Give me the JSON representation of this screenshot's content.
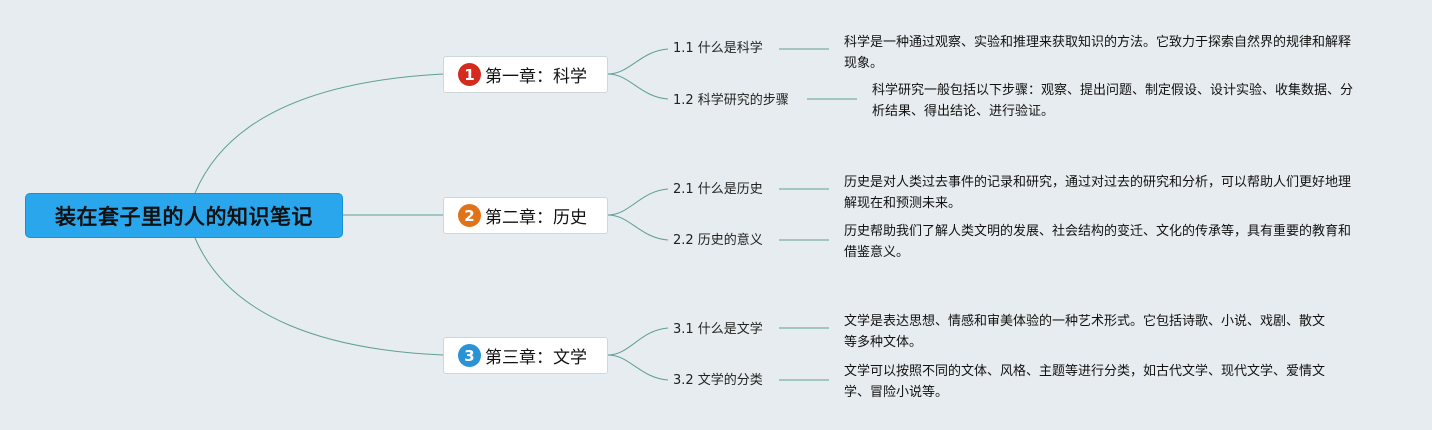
{
  "central_topic": "装在套子里的人的知识笔记",
  "colors": {
    "central_fill": "#2aa6ec",
    "connector": "#5e9f97",
    "badge_1": "#d52b1e",
    "badge_2": "#e0721a",
    "badge_3": "#2a93d5"
  },
  "chapters": [
    {
      "number": "1",
      "label": "第一章：科学",
      "subtopics": [
        {
          "title": "1.1 什么是科学",
          "description": "科学是一种通过观察、实验和推理来获取知识的方法。它致力于探索自然界的规律和解释现象。"
        },
        {
          "title": "1.2 科学研究的步骤",
          "description": "科学研究一般包括以下步骤：观察、提出问题、制定假设、设计实验、收集数据、分析结果、得出结论、进行验证。"
        }
      ]
    },
    {
      "number": "2",
      "label": "第二章：历史",
      "subtopics": [
        {
          "title": "2.1 什么是历史",
          "description": "历史是对人类过去事件的记录和研究，通过对过去的研究和分析，可以帮助人们更好地理解现在和预测未来。"
        },
        {
          "title": "2.2 历史的意义",
          "description": "历史帮助我们了解人类文明的发展、社会结构的变迁、文化的传承等，具有重要的教育和借鉴意义。"
        }
      ]
    },
    {
      "number": "3",
      "label": "第三章：文学",
      "subtopics": [
        {
          "title": "3.1 什么是文学",
          "description": "文学是表达思想、情感和审美体验的一种艺术形式。它包括诗歌、小说、戏剧、散文等多种文体。"
        },
        {
          "title": "3.2 文学的分类",
          "description": "文学可以按照不同的文体、风格、主题等进行分类，如古代文学、现代文学、爱情文学、冒险小说等。"
        }
      ]
    }
  ]
}
